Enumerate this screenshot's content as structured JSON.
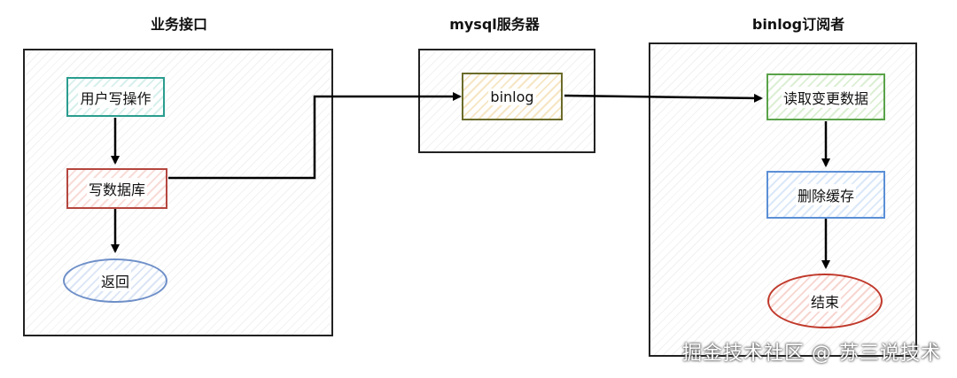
{
  "groups": {
    "business": {
      "title": "业务接口"
    },
    "mysql": {
      "title": "mysql服务器"
    },
    "subscriber": {
      "title": "binlog订阅者"
    }
  },
  "nodes": {
    "user_write": "用户写操作",
    "write_db": "写数据库",
    "return": "返回",
    "binlog": "binlog",
    "read_changes": "读取变更数据",
    "delete_cache": "删除缓存",
    "end": "结束"
  },
  "watermark": "掘金技术社区 @ 苏三说技术",
  "colors": {
    "teal": "#2a9d8f",
    "red": "#b5473f",
    "yellow": "#6b6b2a",
    "green": "#5aa34a",
    "blue": "#5b8fd6"
  }
}
